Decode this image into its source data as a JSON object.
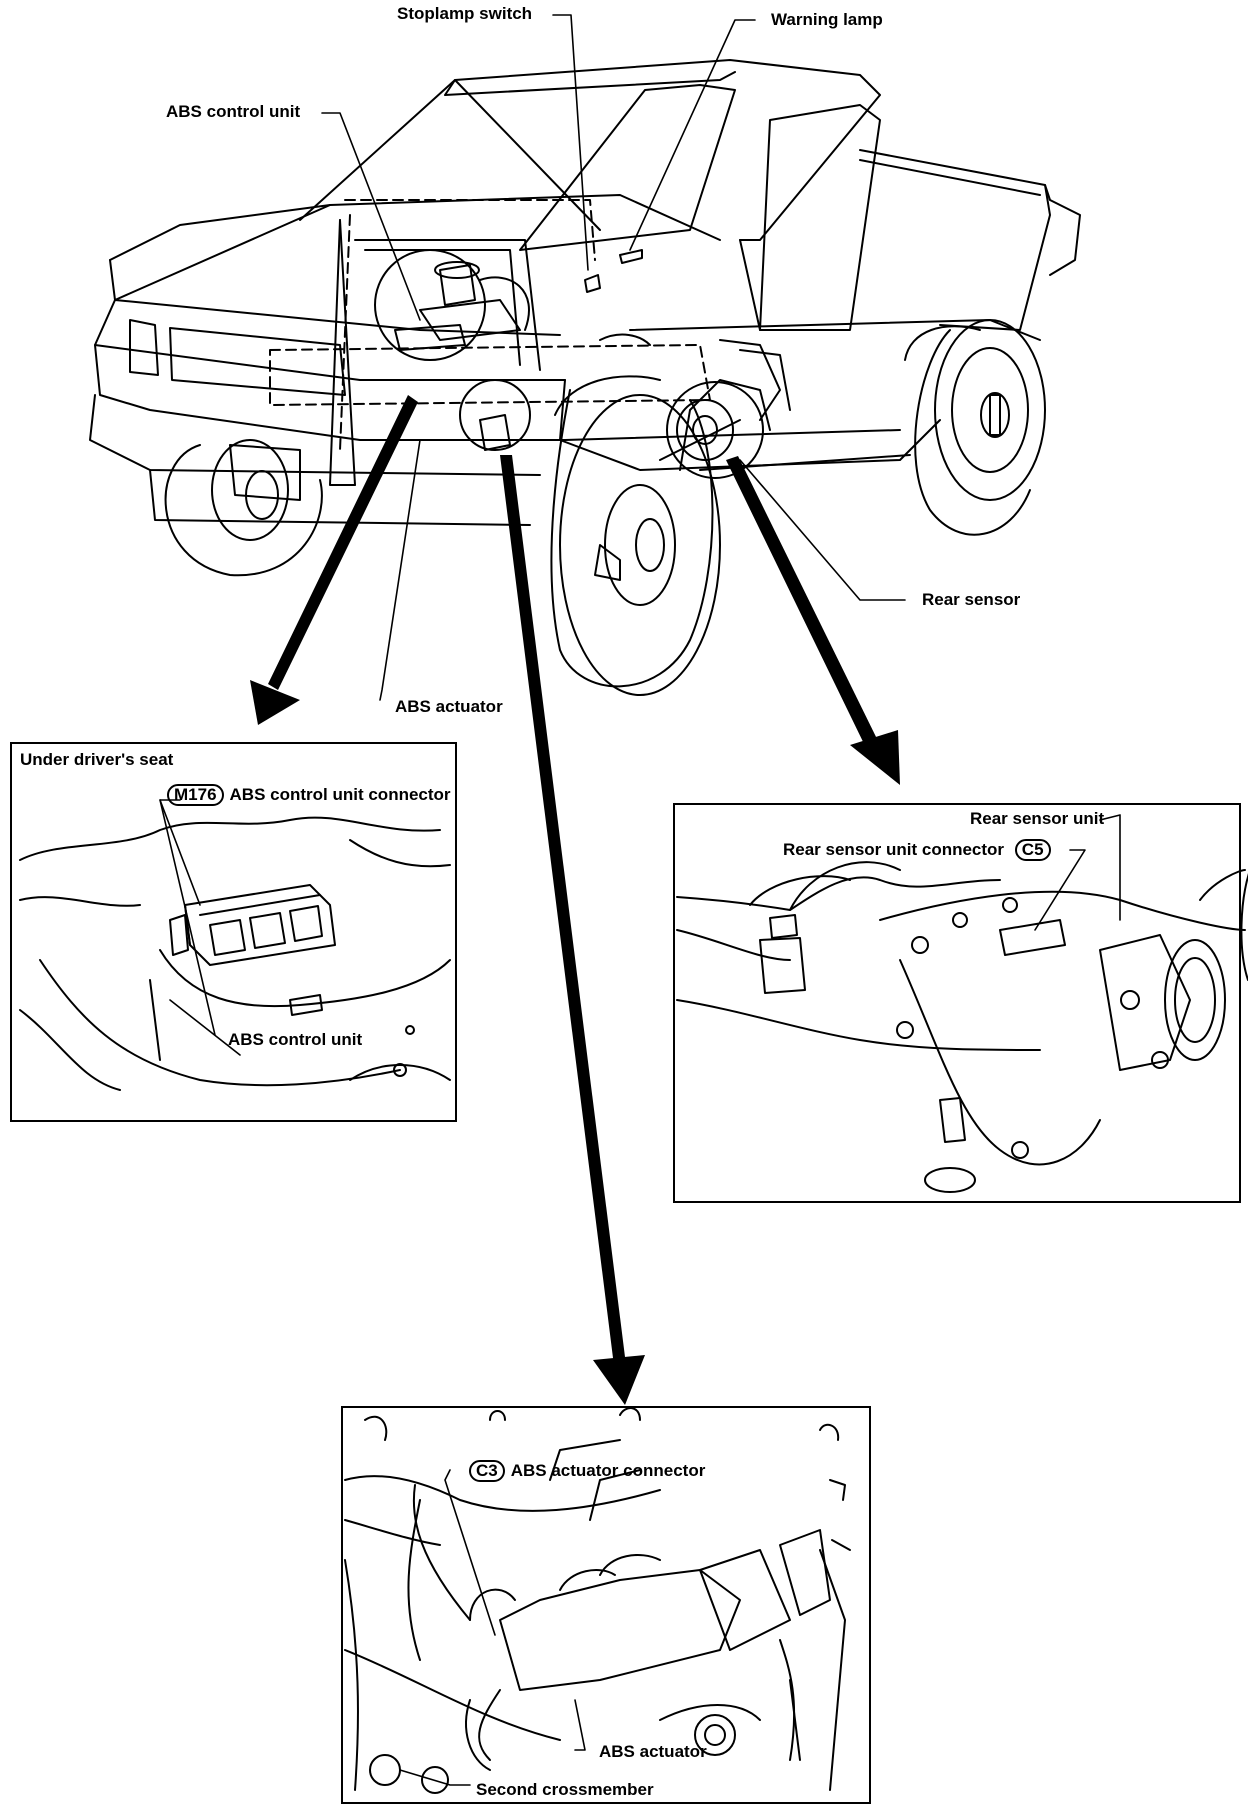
{
  "main_labels": {
    "stoplamp_switch": "Stoplamp switch",
    "warning_lamp": "Warning lamp",
    "abs_control_unit": "ABS control unit",
    "rear_sensor": "Rear sensor",
    "abs_actuator": "ABS actuator"
  },
  "panel_driver_seat": {
    "title": "Under driver's seat",
    "connector_code": "M176",
    "connector_label": "ABS control unit connector",
    "unit_label": "ABS control unit"
  },
  "panel_rear_sensor": {
    "unit_label": "Rear sensor unit",
    "connector_label": "Rear sensor unit connector",
    "connector_code": "C5"
  },
  "panel_actuator": {
    "connector_code": "C3",
    "connector_label": "ABS actuator connector",
    "actuator_label": "ABS actuator",
    "crossmember_label": "Second crossmember"
  },
  "colors": {
    "line": "#000000",
    "background": "#ffffff"
  }
}
